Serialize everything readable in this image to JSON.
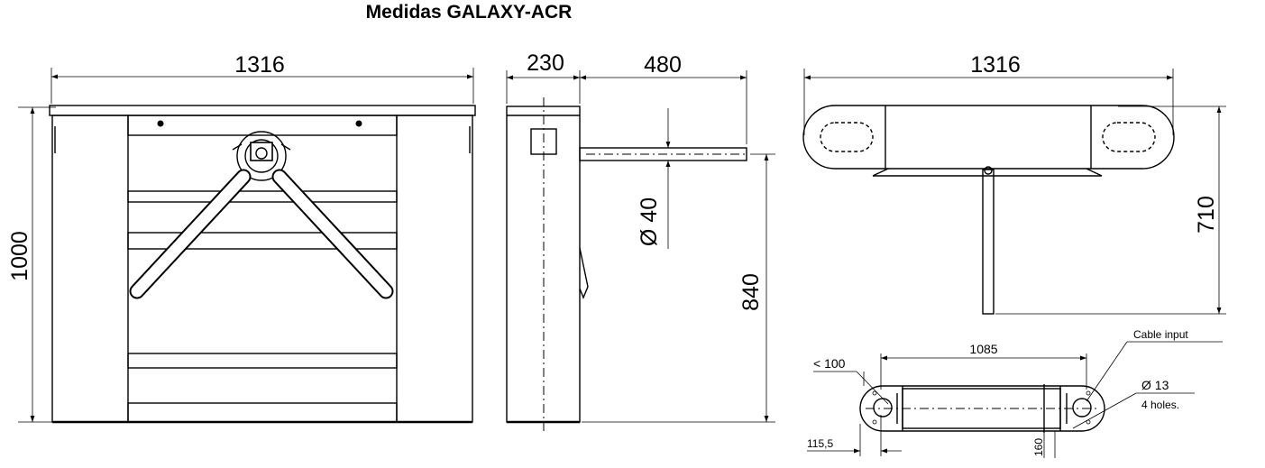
{
  "title": "Medidas GALAXY-ACR",
  "front_view": {
    "width": "1316",
    "height": "1000"
  },
  "side_view": {
    "depth": "230",
    "arm_length": "480",
    "arm_diameter": "Ø 40",
    "arm_height": "840"
  },
  "top_view": {
    "width": "1316",
    "arm_extent": "710"
  },
  "base_view": {
    "hole_spacing": "1085",
    "left_offset": "< 100",
    "edge_offset": "115,5",
    "depth": "160",
    "cable_label": "Cable input",
    "hole_diameter": "Ø 13",
    "holes_label": "4 holes."
  }
}
